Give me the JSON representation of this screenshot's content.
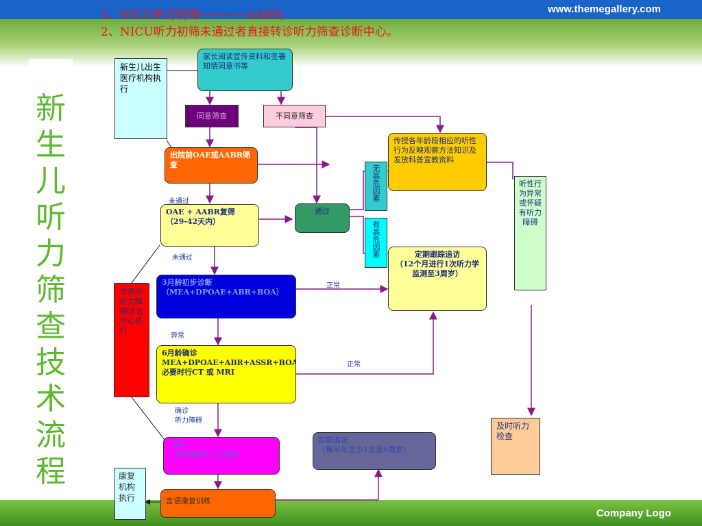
{
  "header": {
    "site": "www.themegallery.com"
  },
  "notes": {
    "line1": "1、NICU听力初筛————AABR;",
    "line2": "2、NICU听力初筛未通过者直接转诊听力筛查诊断中心。"
  },
  "title": "新生儿听力筛查技术流程",
  "footer": {
    "logo": "Company Logo"
  },
  "colors": {
    "accent": "#5cb82e",
    "arrow": "#8a1a8a"
  },
  "nodes": {
    "newborn_org": "新生儿出生医疗机构执行",
    "parent_read": "家长阅读宣传资料和签署知情同意书等",
    "agree": "同意筛查",
    "disagree": "不同意筛查",
    "before_discharge": "出院前OAE或AABR筛查",
    "recheck_title": "OAE + AABR复筛",
    "recheck_sub": "（29-42天内）",
    "pass": "通过",
    "no_risk": "无高危因素",
    "has_risk": "有高危因素",
    "teach": "传授各年龄段相应的听性行为反映观察方法知识及发放科普宣教资料",
    "followup_title": "定期跟踪追访",
    "followup_sub": "（12个月进行1次听力学监测至3周岁）",
    "behavior": "听性行为异常或怀疑有听力障碍",
    "dongguan": "东莞市听力障碍诊治中心执行",
    "diag3_title": "3月龄初步诊断",
    "diag3_sub": "（MEA+DPOAE+ABR+BOA）",
    "confirm6_title": "6月龄确诊",
    "confirm6_sub": "MEA+DPOAE+ABR+ASSR+BOA必要时行CT 或 MRI",
    "intervene_title": "干预",
    "intervene_sub": "（助听器或人工耳蜗）",
    "periodic_title": "定期追访",
    "periodic_sub": "（每半年至少1次至6周岁）",
    "timely": "及时听力检查",
    "rehab_org": "康复机构执行",
    "speech": "言语康复训练"
  },
  "labels": {
    "not_pass_1": "未通过",
    "not_pass_2": "未通过",
    "normal_1": "正常",
    "abnormal": "异常",
    "normal_2": "正常",
    "confirmed": "确诊",
    "hearing_loss": "听力障碍"
  }
}
